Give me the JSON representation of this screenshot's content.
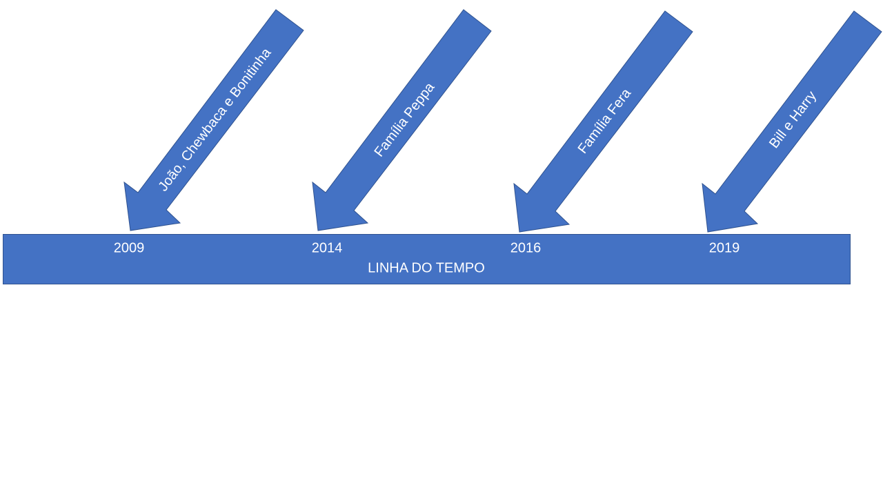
{
  "colors": {
    "shape_fill": "#4472C4",
    "shape_outline": "#2F528F",
    "text": "#FFFFFF",
    "background": "#FFFFFF"
  },
  "timeline": {
    "title": "LINHA DO TEMPO"
  },
  "events": [
    {
      "year": "2009",
      "label": "João, Chewbaca e Bonitinha"
    },
    {
      "year": "2014",
      "label": "Família Peppa"
    },
    {
      "year": "2016",
      "label": "Família Fera"
    },
    {
      "year": "2019",
      "label": "Bill e Harry"
    }
  ]
}
